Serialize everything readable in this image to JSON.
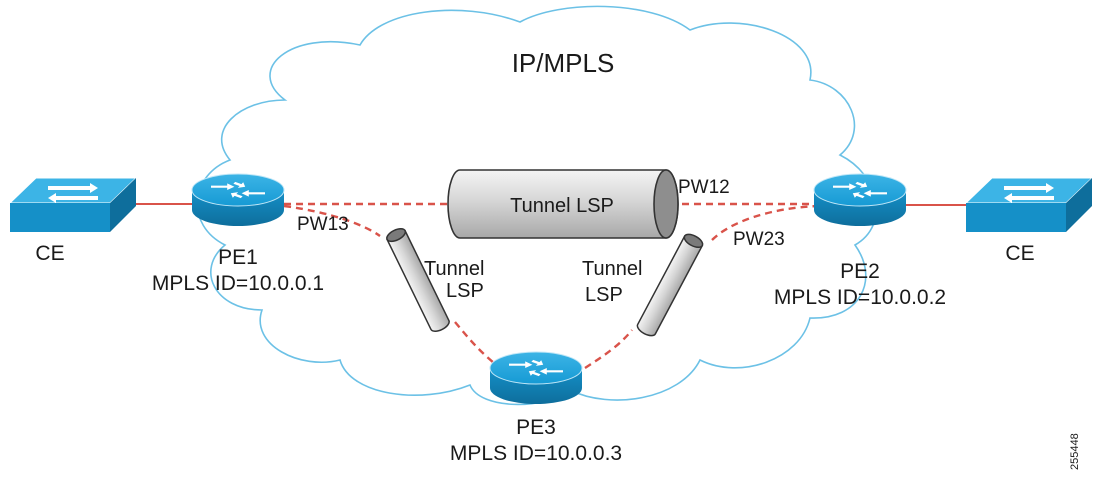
{
  "cloud": {
    "label": "IP/MPLS",
    "stroke_color": "#6cc1e6"
  },
  "colors": {
    "router_top": "#1aa0d8",
    "router_side": "#1283b8",
    "switch_top": "#22a6dc",
    "switch_side": "#1383b6",
    "attachment_link": "#d9534a",
    "pseudowire": "#d9534a",
    "tunnel_body": "#d4d4d4"
  },
  "devices": {
    "ce_left": {
      "label": "CE",
      "icon": "switch-icon"
    },
    "ce_right": {
      "label": "CE",
      "icon": "switch-icon"
    },
    "pe1": {
      "label": "PE1",
      "mpls_id": "MPLS ID=10.0.0.1",
      "icon": "router-icon"
    },
    "pe2": {
      "label": "PE2",
      "mpls_id": "MPLS ID=10.0.0.2",
      "icon": "router-icon"
    },
    "pe3": {
      "label": "PE3",
      "mpls_id": "MPLS ID=10.0.0.3",
      "icon": "router-icon"
    }
  },
  "pseudowires": {
    "pw12": "PW12",
    "pw13": "PW13",
    "pw23": "PW23"
  },
  "tunnels": {
    "top": {
      "label": "Tunnel LSP"
    },
    "left": {
      "line1": "Tunnel",
      "line2": "LSP"
    },
    "right": {
      "line1": "Tunnel",
      "line2": "LSP"
    }
  },
  "figure_id": "255448"
}
